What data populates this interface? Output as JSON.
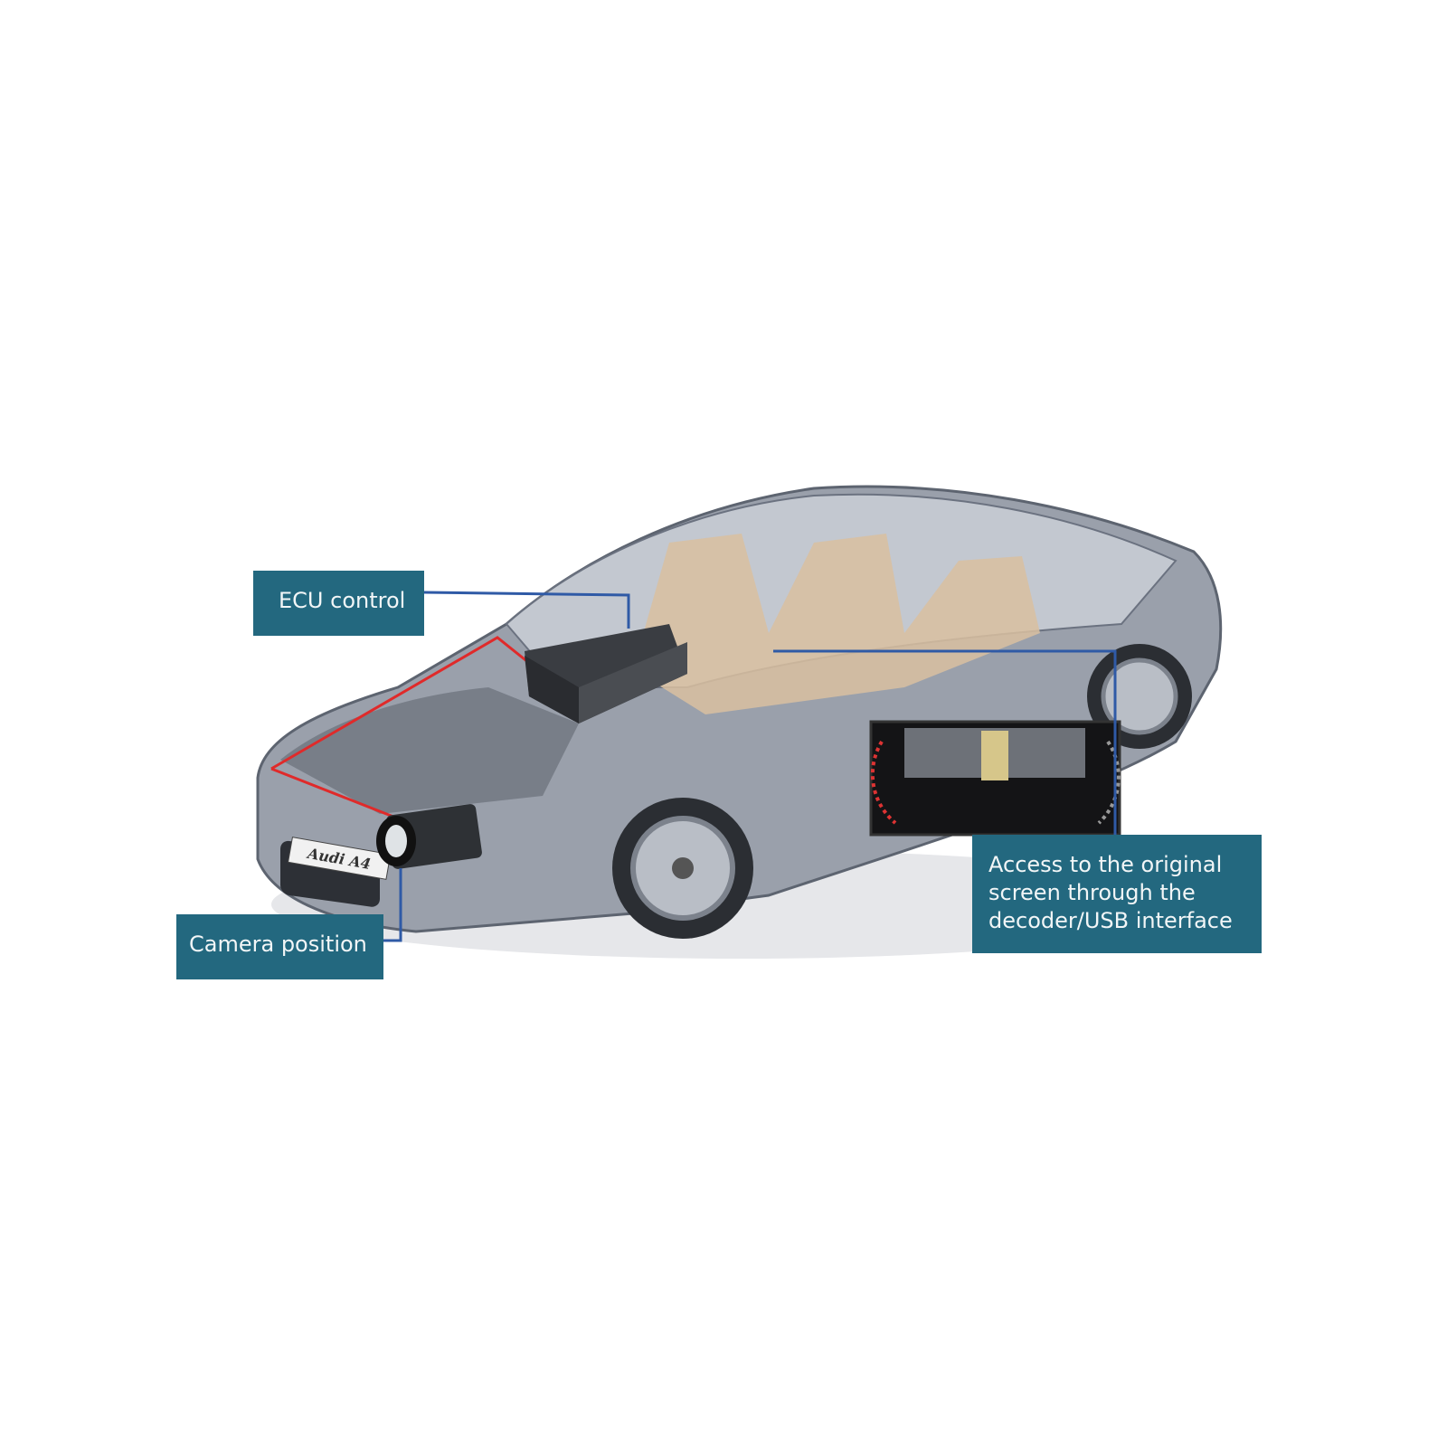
{
  "labels": {
    "ecu": "ECU control",
    "camera": "Camera position",
    "screen_line1": "Access to the original",
    "screen_line2": "screen through the",
    "screen_line3": "decoder/USB interface"
  },
  "car_badge": "Audi A4",
  "colors": {
    "label_bg": "#23687f",
    "label_text": "#f2f6f7",
    "leader_line": "#2f5aa6",
    "camera_cable": "#e02a2a",
    "car_body": "#8c93a0",
    "interior": "#d9bfa0"
  }
}
